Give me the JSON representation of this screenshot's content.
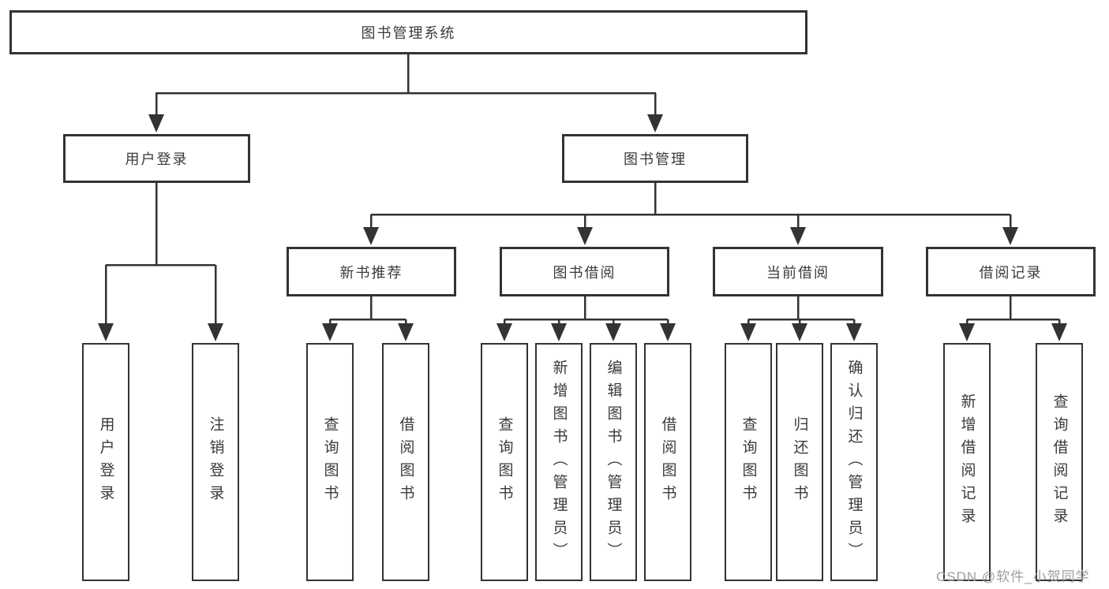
{
  "diagram": {
    "root_label": "图书管理系统",
    "level2": {
      "user_login": "用户登录",
      "book_mgmt": "图书管理"
    },
    "level3": {
      "new_books": "新书推荐",
      "book_borrow": "图书借阅",
      "current_borrow": "当前借阅",
      "borrow_records": "借阅记录"
    },
    "leaves": {
      "user_login": [
        "用户登录",
        "注销登录"
      ],
      "new_books": [
        "查询图书",
        "借阅图书"
      ],
      "book_borrow": [
        "查询图书",
        "新增图书（管理员）",
        "编辑图书（管理员）",
        "借阅图书"
      ],
      "current_borrow": [
        "查询图书",
        "归还图书",
        "确认归还（管理员）"
      ],
      "borrow_records": [
        "新增借阅记录",
        "查询借阅记录"
      ]
    }
  },
  "watermark": "CSDN @软件_小贺同学",
  "colors": {
    "line": "#333333",
    "text": "#3a3a3a",
    "watermark": "#9e9e9e",
    "background": "#ffffff"
  }
}
